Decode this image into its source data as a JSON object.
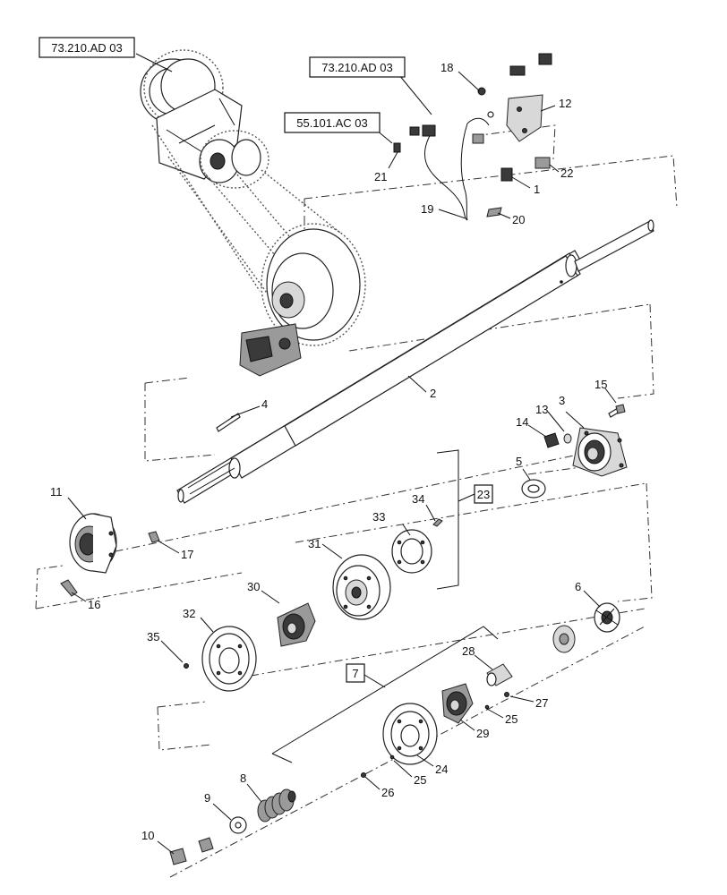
{
  "references": [
    {
      "id": "ref-a",
      "label": "73.210.AD 03"
    },
    {
      "id": "ref-b",
      "label": "73.210.AD 03"
    },
    {
      "id": "ref-c",
      "label": "55.101.AC 03"
    }
  ],
  "kits": [
    {
      "id": "kit-23",
      "label": "23"
    },
    {
      "id": "kit-7",
      "label": "7"
    }
  ],
  "callouts": [
    {
      "id": "c1",
      "label": "1"
    },
    {
      "id": "c2",
      "label": "2"
    },
    {
      "id": "c3",
      "label": "3"
    },
    {
      "id": "c4",
      "label": "4"
    },
    {
      "id": "c5",
      "label": "5"
    },
    {
      "id": "c6",
      "label": "6"
    },
    {
      "id": "c8",
      "label": "8"
    },
    {
      "id": "c9",
      "label": "9"
    },
    {
      "id": "c10",
      "label": "10"
    },
    {
      "id": "c11",
      "label": "11"
    },
    {
      "id": "c12",
      "label": "12"
    },
    {
      "id": "c13",
      "label": "13"
    },
    {
      "id": "c14",
      "label": "14"
    },
    {
      "id": "c15",
      "label": "15"
    },
    {
      "id": "c16",
      "label": "16"
    },
    {
      "id": "c17",
      "label": "17"
    },
    {
      "id": "c18",
      "label": "18"
    },
    {
      "id": "c19",
      "label": "19"
    },
    {
      "id": "c20",
      "label": "20"
    },
    {
      "id": "c21",
      "label": "21"
    },
    {
      "id": "c22",
      "label": "22"
    },
    {
      "id": "c24",
      "label": "24"
    },
    {
      "id": "c25a",
      "label": "25"
    },
    {
      "id": "c25b",
      "label": "25"
    },
    {
      "id": "c26",
      "label": "26"
    },
    {
      "id": "c27",
      "label": "27"
    },
    {
      "id": "c28",
      "label": "28"
    },
    {
      "id": "c29",
      "label": "29"
    },
    {
      "id": "c30",
      "label": "30"
    },
    {
      "id": "c31",
      "label": "31"
    },
    {
      "id": "c32",
      "label": "32"
    },
    {
      "id": "c33",
      "label": "33"
    },
    {
      "id": "c34",
      "label": "34"
    },
    {
      "id": "c35",
      "label": "35"
    }
  ]
}
